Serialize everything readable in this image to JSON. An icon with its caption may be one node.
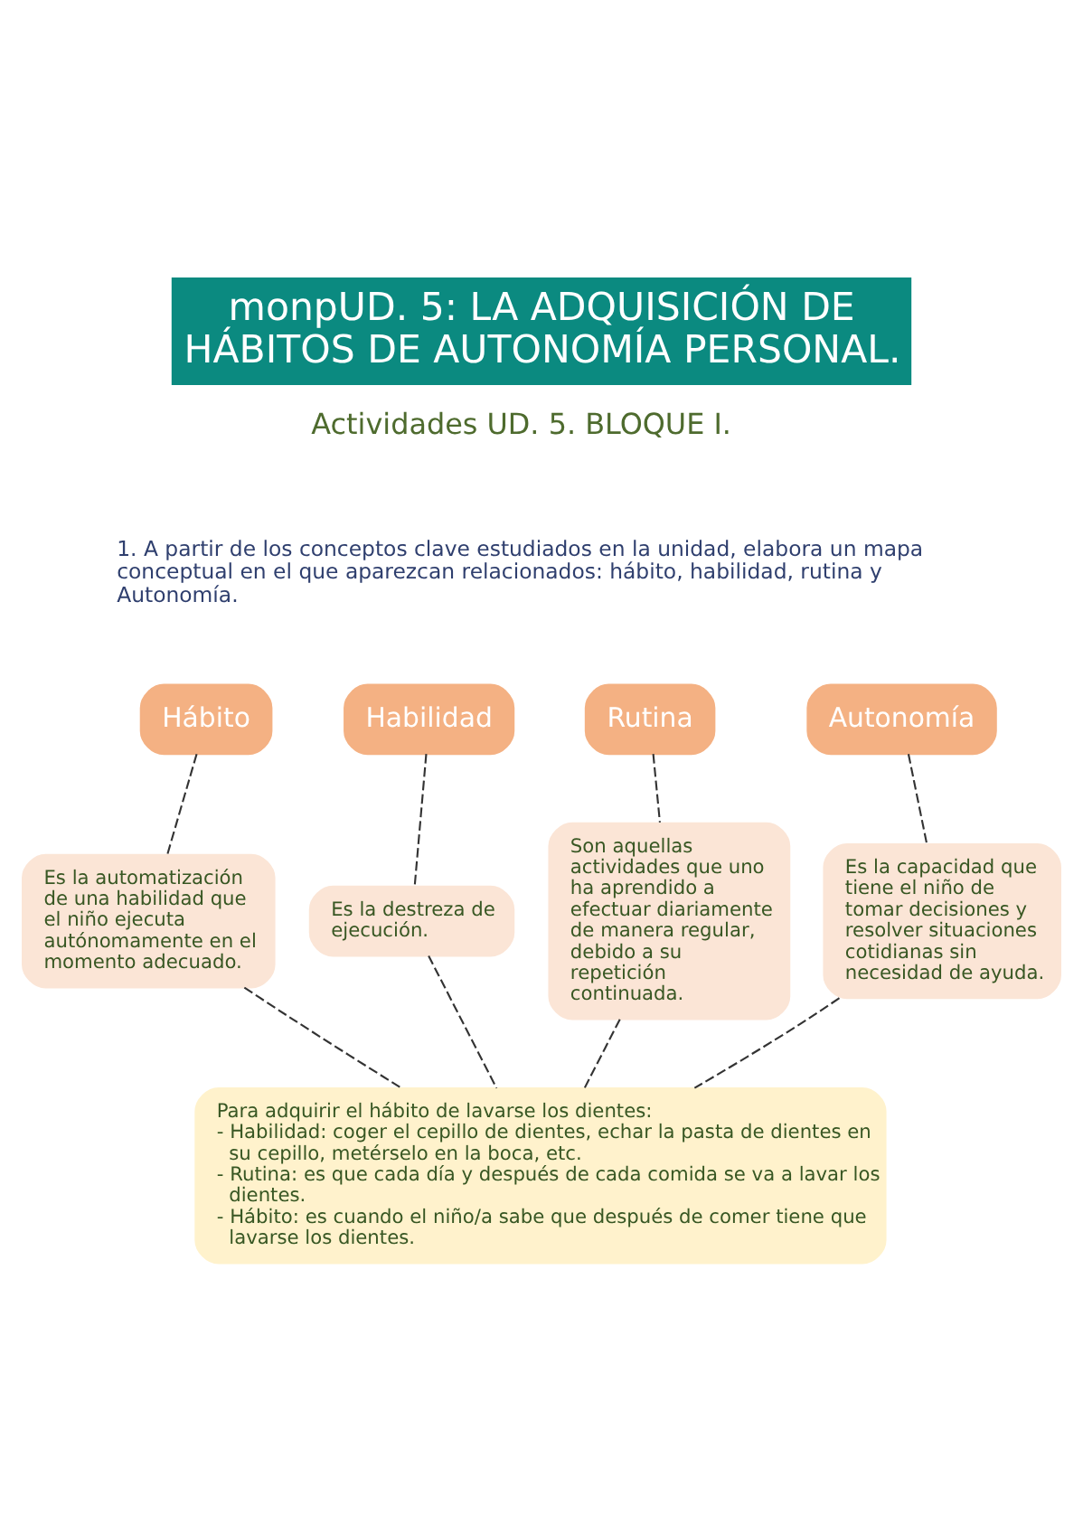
{
  "diagram": {
    "title": "monpUD. 5: LA ADQUISICIÓN DE HÁBITOS DE AUTONOMÍA PERSONAL.",
    "nodes": [
      {
        "text": [
          "Hábito"
        ]
      },
      {
        "text": [
          "Habilidad"
        ]
      },
      {
        "text": [
          "Rutina"
        ]
      },
      {
        "text": [
          "Autonomía"
        ]
      },
      {
        "text": [
          "Es la automatización de una habilidad que el niño ejecuta autónomamente en el momento adecuado."
        ]
      },
      {
        "text": [
          "Es la destreza de ejecución."
        ]
      },
      {
        "text": [
          "Son aquellas actividades que uno ha aprendido a efectuar diariamente de manera regular, debido a su repetición continuada."
        ]
      },
      {
        "text": [
          "Es la capacidad que tiene el niño de tomar decisiones y resolver situaciones cotidianas sin necesidad de ayuda."
        ]
      },
      {
        "text": [
          "Para adquirir el hábito de lavarse los dientes:",
          "- Habilidad: coger el cepillo de dientes, echar la pasta de dientes en su cepillo, metérselo en la boca, etc.",
          "- Rutina: es que cada día y después de cada comida se va a lavar los dientes.",
          "- Hábito: es cuando el niño/a sabe que después de comer tiene que lavarse los dientes."
        ]
      }
    ],
    "edges": [
      {
        "from": 0,
        "to": 4,
        "arrow": "none",
        "style": "dashed"
      },
      {
        "from": 1,
        "to": 5,
        "arrow": "none",
        "style": "dashed"
      },
      {
        "from": 2,
        "to": 6,
        "arrow": "none",
        "style": "dashed"
      },
      {
        "from": 3,
        "to": 7,
        "arrow": "none",
        "style": "dashed"
      },
      {
        "from": 4,
        "to": 8,
        "arrow": "none",
        "style": "dashed"
      },
      {
        "from": 5,
        "to": 8,
        "arrow": "none",
        "style": "dashed"
      },
      {
        "from": 6,
        "to": 8,
        "arrow": "none",
        "style": "dashed"
      },
      {
        "from": 7,
        "to": 8,
        "arrow": "none",
        "style": "dashed"
      }
    ],
    "labels": [
      "Actividades UD. 5. BLOQUE I.",
      "1. A partir de los conceptos clave estudiados en la unidad, elabora un mapa conceptual en el que aparezcan relacionados: hábito, habilidad, rutina y Autonomía."
    ]
  }
}
